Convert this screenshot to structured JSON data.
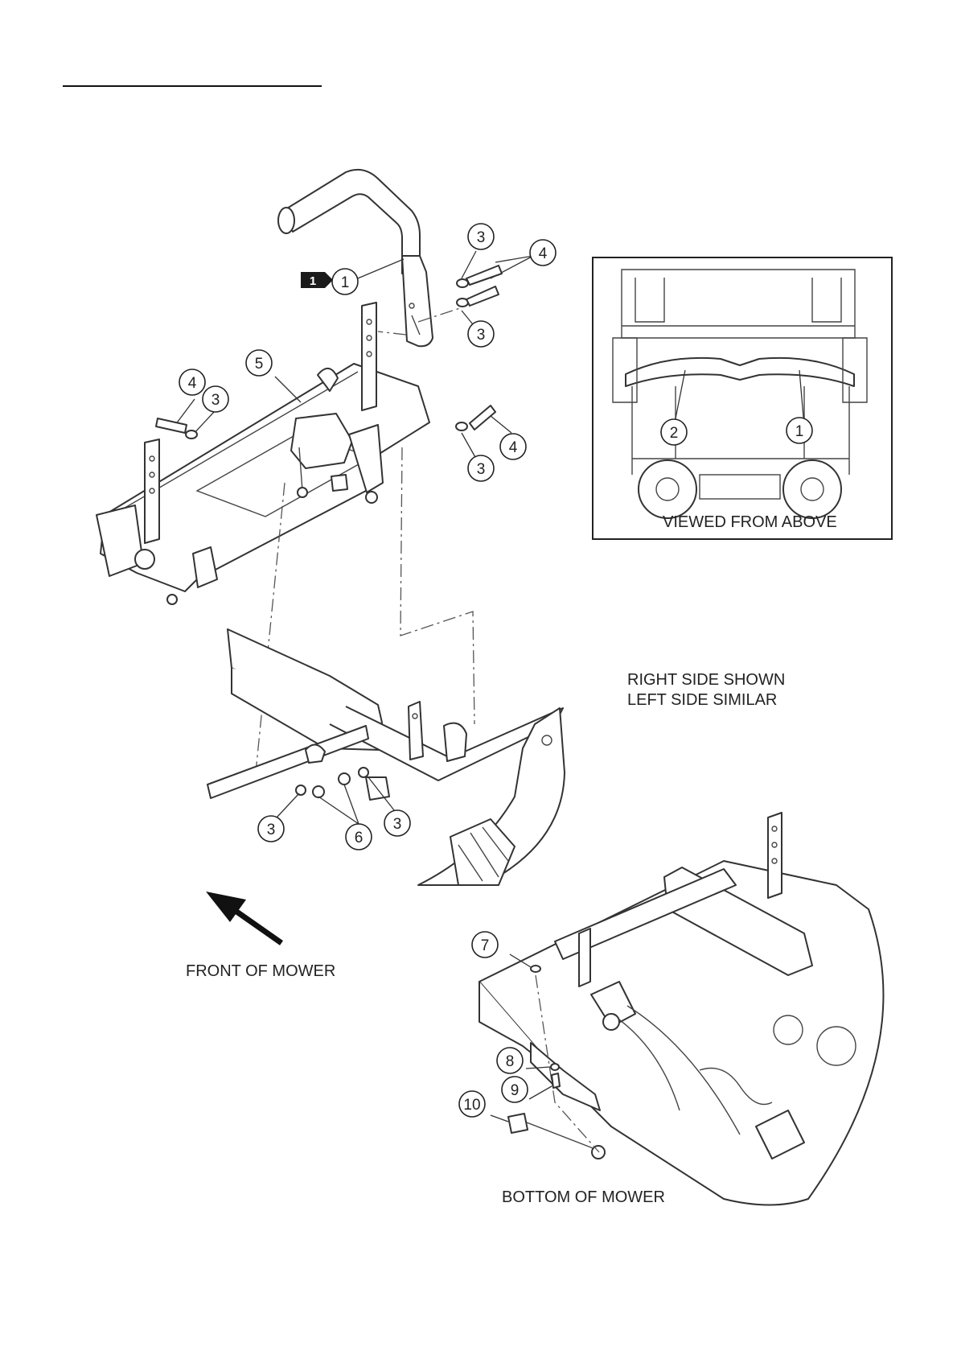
{
  "labels": {
    "viewed_from_above": "VIEWED FROM ABOVE",
    "right_side_line1": "RIGHT SIDE SHOWN",
    "right_side_line2": "LEFT SIDE SIMILAR",
    "front_of_mower": "FRONT OF MOWER",
    "bottom_of_mower": "BOTTOM OF MOWER"
  },
  "flag": {
    "number": "1"
  },
  "callouts": {
    "handle": "1",
    "washer_top_upper": "3",
    "bolts_top": "4",
    "washer_top_lower": "3",
    "frame": "5",
    "bolt_left": "4",
    "washer_left": "3",
    "washer_right": "3",
    "bolt_right": "4",
    "washer_bottom_left": "3",
    "nuts_bottom": "6",
    "washer_bottom_right": "3",
    "inset_right": "1",
    "inset_left": "2",
    "nut_linkage": "7",
    "clip_linkage": "8",
    "pin_linkage": "9",
    "rod_end_linkage": "10"
  },
  "colors": {
    "ink": "#222222",
    "flag_fill": "#1a1a1a",
    "paper": "#ffffff"
  }
}
